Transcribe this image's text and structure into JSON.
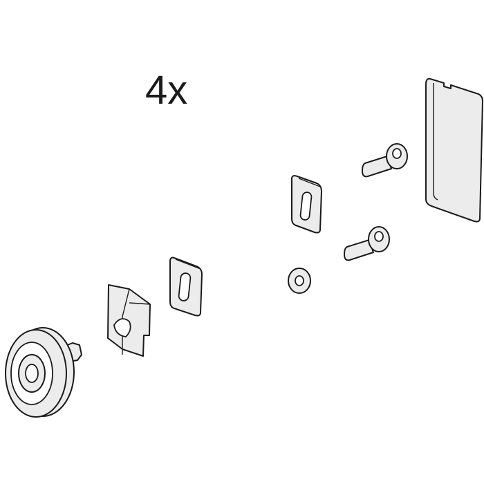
{
  "diagram": {
    "quantity_label": "4x",
    "parts": [
      "pulley-wheel",
      "clip",
      "slotted-plate-small",
      "slotted-plate-large",
      "washer",
      "bolt",
      "bolt",
      "cover-plate"
    ]
  }
}
